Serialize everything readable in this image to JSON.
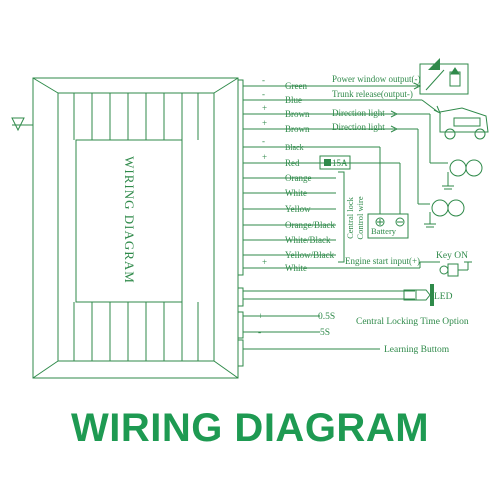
{
  "colors": {
    "line": "#2f8a4a",
    "title": "#1e9a52"
  },
  "module": {
    "label": "WIRING DIAGRAM"
  },
  "footer": {
    "title": "WIRING DIAGRAM"
  },
  "wires": [
    {
      "sign": "-",
      "color_label": "Green",
      "function": "Power window output(-)"
    },
    {
      "sign": "-",
      "color_label": "Blue",
      "function": "Trunk release(output-)"
    },
    {
      "sign": "+",
      "color_label": "Brown",
      "function": "Direction light"
    },
    {
      "sign": "+",
      "color_label": "Brown",
      "function": "Direction light"
    },
    {
      "sign": "-",
      "color_label": "Black",
      "function": ""
    },
    {
      "sign": "+",
      "color_label": "Red",
      "function": ""
    },
    {
      "sign": "",
      "color_label": "Orange",
      "function": ""
    },
    {
      "sign": "",
      "color_label": "White",
      "function": ""
    },
    {
      "sign": "",
      "color_label": "Yellow",
      "function": ""
    },
    {
      "sign": "",
      "color_label": "Orange/Black",
      "function": ""
    },
    {
      "sign": "",
      "color_label": "White/Black",
      "function": ""
    },
    {
      "sign": "",
      "color_label": "Yellow/Black",
      "function": ""
    },
    {
      "sign": "+",
      "color_label": "White",
      "function": "Engine start input(+)"
    }
  ],
  "fuse": {
    "label": "15A"
  },
  "battery": {
    "label": "Battery"
  },
  "central_lock": {
    "line1": "Central lock",
    "line2": "Control wire"
  },
  "key": {
    "label": "Key ON"
  },
  "led": {
    "label": "LED"
  },
  "time_option": {
    "sign": "+",
    "opt1": "0.5S",
    "sign2": "-",
    "opt2": "5S",
    "label": "Central Locking Time Option"
  },
  "learning": {
    "label": "Learning Buttom"
  }
}
